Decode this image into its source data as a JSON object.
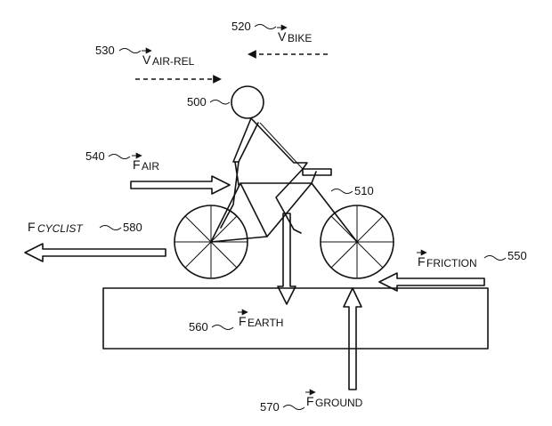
{
  "labels": {
    "v_bike": {
      "num": "520",
      "sym": "V",
      "sub": "BIKE"
    },
    "v_air": {
      "num": "530",
      "sym": "V",
      "sub": "AIR-REL"
    },
    "cyclist": {
      "num": "500"
    },
    "f_air": {
      "num": "540",
      "sym": "F",
      "sub": "AIR"
    },
    "bicycle": {
      "num": "510"
    },
    "f_cyclist": {
      "num": "580",
      "sym": "F",
      "sub": "CYCLIST"
    },
    "f_friction": {
      "num": "550",
      "sym": "F",
      "sub": "FRICTION"
    },
    "f_earth": {
      "num": "560",
      "sym": "F",
      "sub": "EARTH"
    },
    "f_ground": {
      "num": "570",
      "sym": "F",
      "sub": "GROUND"
    }
  }
}
